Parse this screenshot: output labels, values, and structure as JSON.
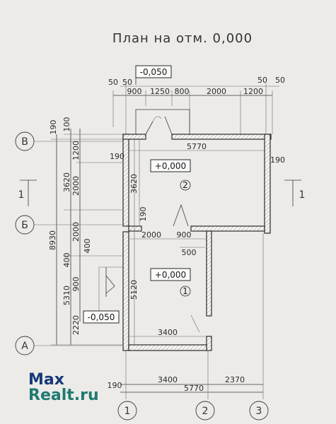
{
  "title": "План на отм. 0,000",
  "watermark": {
    "line1": "Max",
    "line2": "Realt.ru",
    "color_primary": "#173a78",
    "color_secondary": "#1f7a6f"
  },
  "axes": {
    "letters": [
      "В",
      "Б",
      "А"
    ],
    "numbers": [
      "1",
      "2",
      "3"
    ]
  },
  "section_marks": [
    "1",
    "1"
  ],
  "levels": {
    "upper": "-0,050",
    "room2": "+0,000",
    "room1": "+0,000",
    "lower": "-0,050"
  },
  "rooms": [
    "2",
    "1"
  ],
  "dims_top": {
    "a": "50",
    "b": "50",
    "c": "900",
    "d": "1250",
    "e": "800",
    "f": "2000",
    "g": "1200",
    "h": "50",
    "i": "50"
  },
  "dims_left": {
    "d190": "190",
    "d100": "100",
    "d1200": "1200",
    "d2000a": "2000",
    "d2000b": "2000",
    "d400a": "400",
    "d400b": "400",
    "d900": "900",
    "d2220": "2220",
    "d3620": "3620",
    "d5310": "5310",
    "d8930": "8930"
  },
  "dims_inner": {
    "d190a": "190",
    "d5770": "5770",
    "d190b": "190",
    "d3620": "3620",
    "d190c": "190",
    "d2000": "2000",
    "d900": "900",
    "d500": "500",
    "d5120": "5120",
    "d3400": "3400"
  },
  "dims_bottom": {
    "d190": "190",
    "d3400": "3400",
    "d2370": "2370",
    "d5770": "5770"
  }
}
